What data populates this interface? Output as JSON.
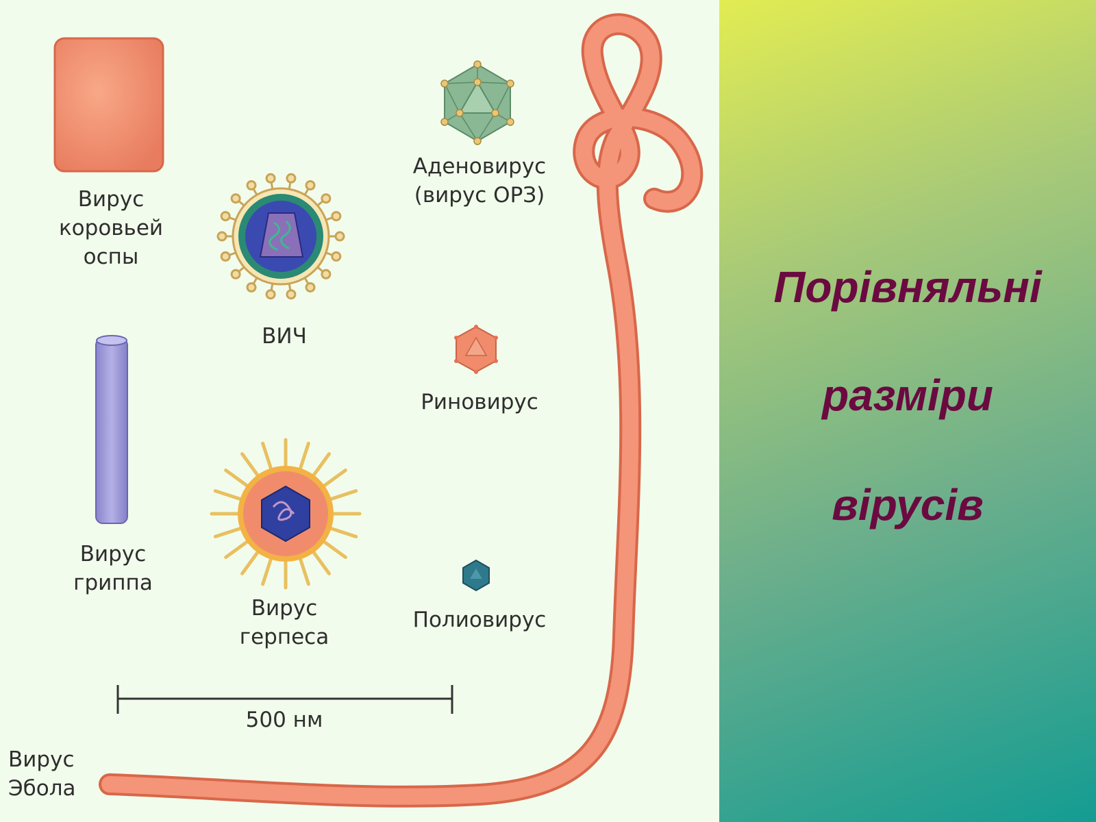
{
  "labels": {
    "vaccinia": [
      "Вирус",
      "коровьей",
      "оспы"
    ],
    "hiv": "ВИЧ",
    "adenovirus": [
      "Аденовирус",
      "(вирус ОРЗ)"
    ],
    "rhinovirus": "Риновирус",
    "influenza": [
      "Вирус",
      "гриппа"
    ],
    "herpes": [
      "Вирус",
      "герпеса"
    ],
    "poliovirus": "Полиовирус",
    "ebola": [
      "Вирус",
      "Эбола"
    ],
    "scale": "500 нм"
  },
  "title": [
    "Порівняльні",
    "разміри",
    "вірусів"
  ],
  "colors": {
    "title": "#6a0a40",
    "virus_salmon": "#f08c6c",
    "influenza": "#9c98d8",
    "hiv_ring": "#2a8a74",
    "hiv_core": "#2a3aa0",
    "adenovirus": "#8ab894",
    "poliovirus": "#2e7a8c"
  },
  "icons": [
    "vaccinia-virus-icon",
    "hiv-virus-icon",
    "adenovirus-icon",
    "rhinovirus-icon",
    "influenza-virus-icon",
    "herpes-virus-icon",
    "poliovirus-icon",
    "ebola-virus-icon",
    "scale-bar-icon"
  ]
}
